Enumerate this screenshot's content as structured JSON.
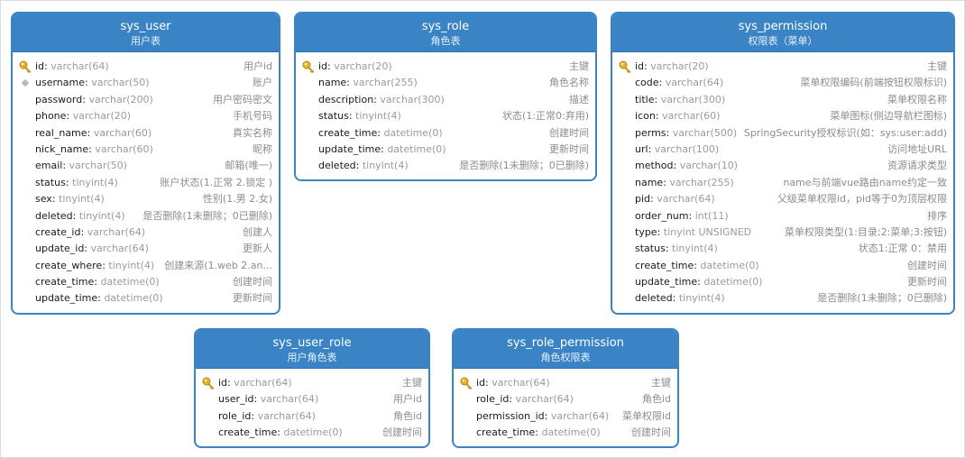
{
  "diagram": {
    "entities": [
      {
        "id": "sys-user",
        "name": "sys_user",
        "comment": "用户表",
        "fields": [
          {
            "name": "id",
            "type": "varchar(64)",
            "comment": "用户id",
            "key": "primary"
          },
          {
            "name": "username",
            "type": "varchar(50)",
            "comment": "账户",
            "key": "unique"
          },
          {
            "name": "password",
            "type": "varchar(200)",
            "comment": "用户密码密文",
            "key": ""
          },
          {
            "name": "phone",
            "type": "varchar(20)",
            "comment": "手机号码",
            "key": ""
          },
          {
            "name": "real_name",
            "type": "varchar(60)",
            "comment": "真实名称",
            "key": ""
          },
          {
            "name": "nick_name",
            "type": "varchar(60)",
            "comment": "昵称",
            "key": ""
          },
          {
            "name": "email",
            "type": "varchar(50)",
            "comment": "邮箱(唯一)",
            "key": ""
          },
          {
            "name": "status",
            "type": "tinyint(4)",
            "comment": "账户状态(1.正常 2.锁定 )",
            "key": ""
          },
          {
            "name": "sex",
            "type": "tinyint(4)",
            "comment": "性别(1.男 2.女)",
            "key": ""
          },
          {
            "name": "deleted",
            "type": "tinyint(4)",
            "comment": "是否删除(1未删除；0已删除)",
            "key": ""
          },
          {
            "name": "create_id",
            "type": "varchar(64)",
            "comment": "创建人",
            "key": ""
          },
          {
            "name": "update_id",
            "type": "varchar(64)",
            "comment": "更新人",
            "key": ""
          },
          {
            "name": "create_where",
            "type": "tinyint(4)",
            "comment": "创建来源(1.web 2.an...",
            "key": ""
          },
          {
            "name": "create_time",
            "type": "datetime(0)",
            "comment": "创建时间",
            "key": ""
          },
          {
            "name": "update_time",
            "type": "datetime(0)",
            "comment": "更新时间",
            "key": ""
          }
        ]
      },
      {
        "id": "sys-role",
        "name": "sys_role",
        "comment": "角色表",
        "fields": [
          {
            "name": "id",
            "type": "varchar(20)",
            "comment": "主键",
            "key": "primary"
          },
          {
            "name": "name",
            "type": "varchar(255)",
            "comment": "角色名称",
            "key": ""
          },
          {
            "name": "description",
            "type": "varchar(300)",
            "comment": "描述",
            "key": ""
          },
          {
            "name": "status",
            "type": "tinyint(4)",
            "comment": "状态(1:正常0:弃用)",
            "key": ""
          },
          {
            "name": "create_time",
            "type": "datetime(0)",
            "comment": "创建时间",
            "key": ""
          },
          {
            "name": "update_time",
            "type": "datetime(0)",
            "comment": "更新时间",
            "key": ""
          },
          {
            "name": "deleted",
            "type": "tinyint(4)",
            "comment": "是否删除(1未删除；0已删除)",
            "key": ""
          }
        ]
      },
      {
        "id": "sys-permission",
        "name": "sys_permission",
        "comment": "权限表（菜单）",
        "fields": [
          {
            "name": "id",
            "type": "varchar(20)",
            "comment": "主键",
            "key": "primary"
          },
          {
            "name": "code",
            "type": "varchar(64)",
            "comment": "菜单权限编码(前端按钮权限标识)",
            "key": ""
          },
          {
            "name": "title",
            "type": "varchar(300)",
            "comment": "菜单权限名称",
            "key": ""
          },
          {
            "name": "icon",
            "type": "varchar(60)",
            "comment": "菜单图标(侧边导航栏图标)",
            "key": ""
          },
          {
            "name": "perms",
            "type": "varchar(500)",
            "comment": "SpringSecurity授权标识(如：sys:user:add)",
            "key": ""
          },
          {
            "name": "url",
            "type": "varchar(100)",
            "comment": "访问地址URL",
            "key": ""
          },
          {
            "name": "method",
            "type": "varchar(10)",
            "comment": "资源请求类型",
            "key": ""
          },
          {
            "name": "name",
            "type": "varchar(255)",
            "comment": "name与前端vue路由name约定一致",
            "key": ""
          },
          {
            "name": "pid",
            "type": "varchar(64)",
            "comment": "父级菜单权限id，pid等于0为顶层权限",
            "key": ""
          },
          {
            "name": "order_num",
            "type": "int(11)",
            "comment": "排序",
            "key": ""
          },
          {
            "name": "type",
            "type": "tinyint UNSIGNED",
            "comment": "菜单权限类型(1:目录;2:菜单;3:按钮)",
            "key": ""
          },
          {
            "name": "status",
            "type": "tinyint(4)",
            "comment": "状态1:正常 0：禁用",
            "key": ""
          },
          {
            "name": "create_time",
            "type": "datetime(0)",
            "comment": "创建时间",
            "key": ""
          },
          {
            "name": "update_time",
            "type": "datetime(0)",
            "comment": "更新时间",
            "key": ""
          },
          {
            "name": "deleted",
            "type": "tinyint(4)",
            "comment": "是否删除(1未删除；0已删除)",
            "key": ""
          }
        ]
      },
      {
        "id": "sys-user-role",
        "name": "sys_user_role",
        "comment": "用户角色表",
        "fields": [
          {
            "name": "id",
            "type": "varchar(64)",
            "comment": "主键",
            "key": "primary"
          },
          {
            "name": "user_id",
            "type": "varchar(64)",
            "comment": "用户id",
            "key": ""
          },
          {
            "name": "role_id",
            "type": "varchar(64)",
            "comment": "角色id",
            "key": ""
          },
          {
            "name": "create_time",
            "type": "datetime(0)",
            "comment": "创建时间",
            "key": ""
          }
        ]
      },
      {
        "id": "sys-role-permission",
        "name": "sys_role_permission",
        "comment": "角色权限表",
        "fields": [
          {
            "name": "id",
            "type": "varchar(64)",
            "comment": "主键",
            "key": "primary"
          },
          {
            "name": "role_id",
            "type": "varchar(64)",
            "comment": "角色id",
            "key": ""
          },
          {
            "name": "permission_id",
            "type": "varchar(64)",
            "comment": "菜单权限id",
            "key": ""
          },
          {
            "name": "create_time",
            "type": "datetime(0)",
            "comment": "创建时间",
            "key": ""
          }
        ]
      }
    ]
  }
}
